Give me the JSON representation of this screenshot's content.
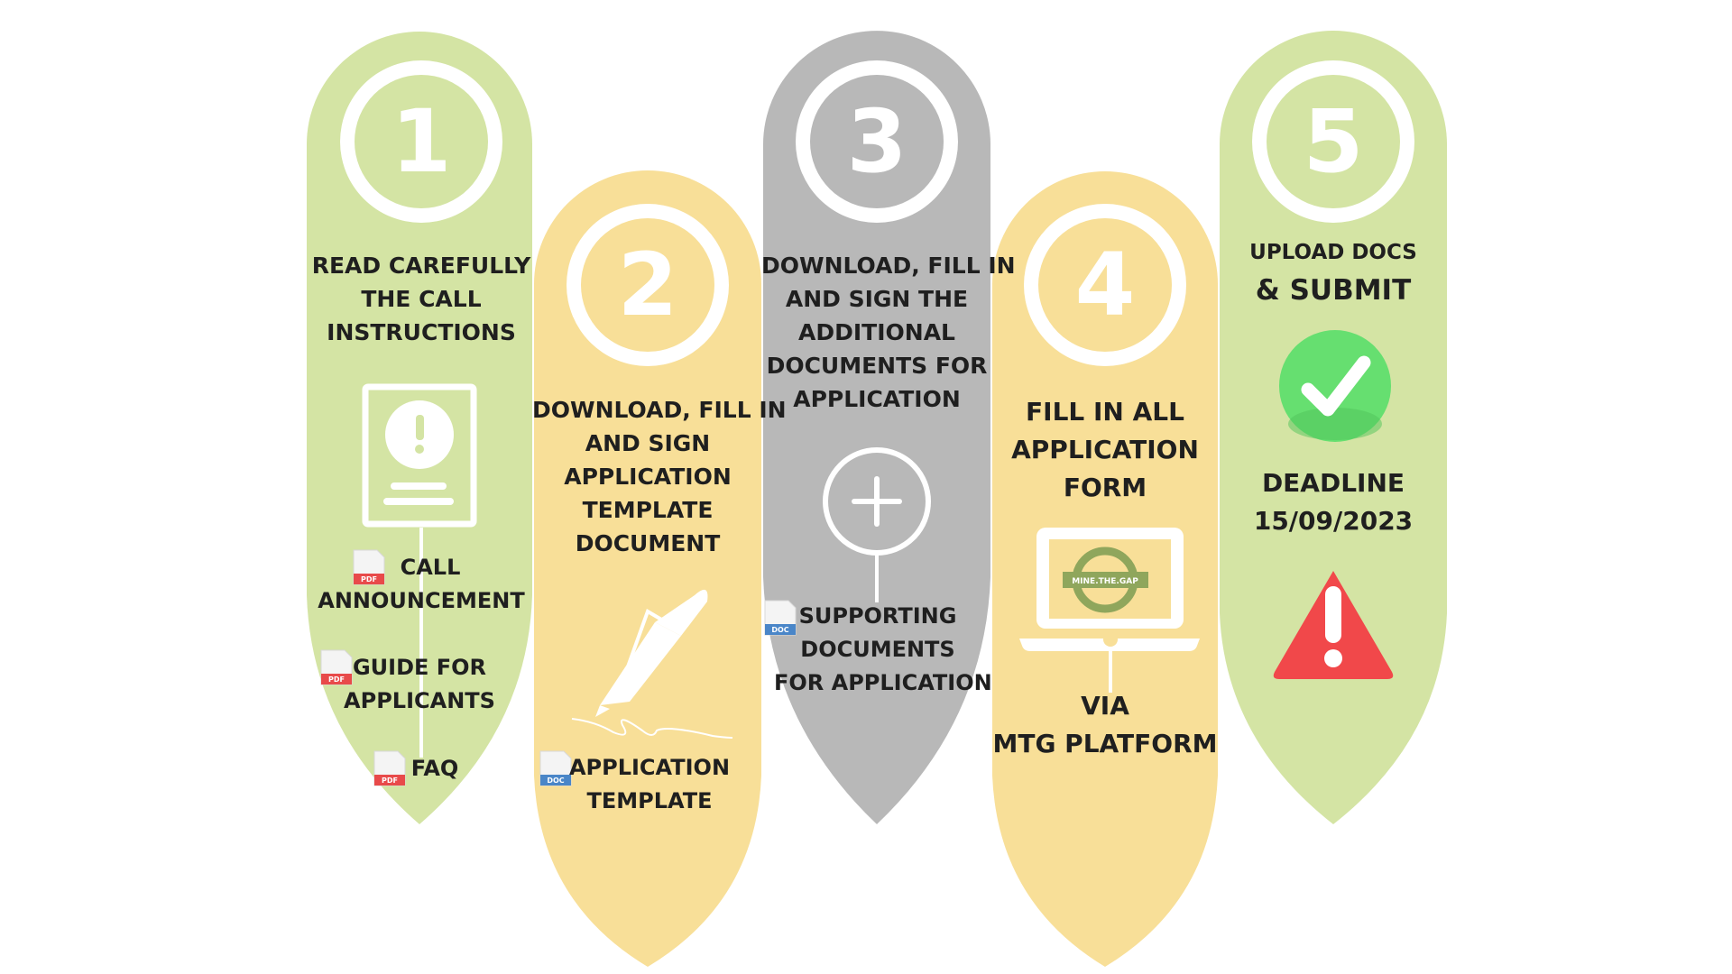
{
  "steps": [
    {
      "number": "1",
      "title": [
        "READ CAREFULLY",
        "THE CALL",
        "INSTRUCTIONS"
      ],
      "files": [
        {
          "type": "PDF",
          "label": [
            "CALL",
            "ANNOUNCEMENT"
          ]
        },
        {
          "type": "PDF",
          "label": [
            "GUIDE FOR",
            "APPLICANTS"
          ]
        },
        {
          "type": "PDF",
          "label": [
            "FAQ"
          ]
        }
      ]
    },
    {
      "number": "2",
      "title": [
        "DOWNLOAD, FILL IN",
        "AND SIGN",
        "APPLICATION",
        "TEMPLATE",
        "DOCUMENT"
      ],
      "files": [
        {
          "type": "DOC",
          "label": [
            "APPLICATION",
            "TEMPLATE"
          ]
        }
      ]
    },
    {
      "number": "3",
      "title": [
        "DOWNLOAD, FILL IN",
        "AND SIGN THE",
        "ADDITIONAL",
        "DOCUMENTS FOR",
        "APPLICATION"
      ],
      "files": [
        {
          "type": "DOC",
          "label": [
            "SUPPORTING",
            "DOCUMENTS",
            "FOR APPLICATION"
          ]
        }
      ]
    },
    {
      "number": "4",
      "title": [
        "FILL IN ALL",
        "APPLICATION",
        "FORM"
      ],
      "platform_logo": "MINE.THE.GAP",
      "via": [
        "VIA",
        "MTG PLATFORM"
      ]
    },
    {
      "number": "5",
      "title_small": "UPLOAD DOCS",
      "title_large": "& SUBMIT",
      "deadline": [
        "DEADLINE",
        "15/09/2023"
      ]
    }
  ],
  "colors": {
    "green": "#d4e4a4",
    "yellow": "#f8df98",
    "gray": "#b8b8b8",
    "check_green": "#66df70",
    "warning_red": "#f1484a",
    "pdf_red": "#e84a4a",
    "doc_blue": "#4a86c8",
    "logo_ring": "#8fa65c"
  },
  "icons": [
    "document-warning-icon",
    "pen-signature-icon",
    "plus-circle-icon",
    "laptop-icon",
    "check-circle-icon",
    "warning-triangle-icon",
    "pdf-file-icon",
    "doc-file-icon"
  ]
}
